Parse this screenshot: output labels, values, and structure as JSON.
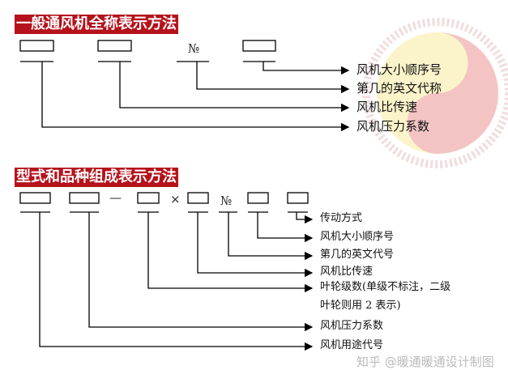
{
  "section1": {
    "title": "一般通风机全称表示方法",
    "no_symbol": "№",
    "labels": [
      "风机大小顺序号",
      "第几的英文代称",
      "风机比传速",
      "风机压力系数"
    ]
  },
  "section2": {
    "title": "型式和品种组成表示方法",
    "dash_symbol": "—",
    "times_symbol": "×",
    "no_symbol": "№",
    "labels": [
      "传动方式",
      "风机大小顺序号",
      "第几的英文代号",
      "风机比传速",
      "叶轮级数(单级不标注，二级",
      "叶轮则用 2 表示)",
      "风机压力系数",
      "风机用途代号"
    ]
  },
  "watermark": "知乎 @暖通暖通设计制图",
  "colors": {
    "header_bg": "#b5121b",
    "line": "#000000"
  }
}
